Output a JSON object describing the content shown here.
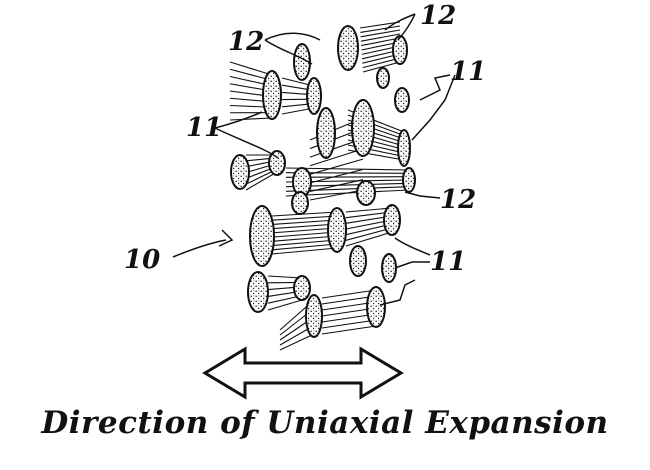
{
  "labels": {
    "l12a": "12",
    "l12b": "12",
    "l11a": "11",
    "l11b": "11",
    "l12c": "12",
    "l10": "10",
    "l11c": "11"
  },
  "caption": "Direction of Uniaxial Expansion",
  "colors": {
    "ink": "#111111",
    "paper": "#ffffff"
  }
}
